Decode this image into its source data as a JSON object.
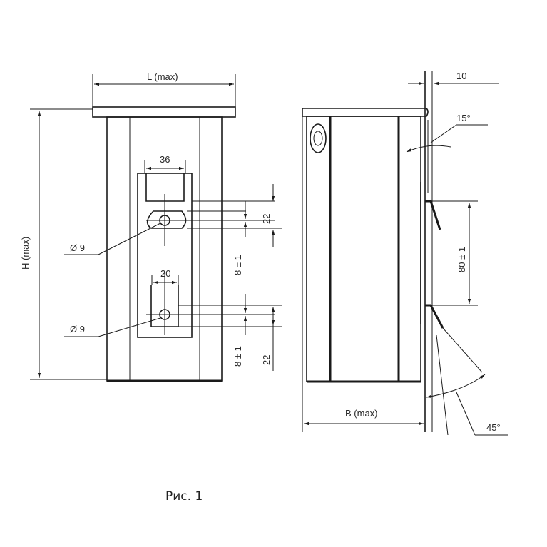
{
  "diagram": {
    "dimensions": {
      "length": "L (max)",
      "height": "H (max)",
      "width_slot_top": "36",
      "width_slot_bottom": "20",
      "hole_top": "Ø 9",
      "hole_bottom": "Ø 9",
      "slot_height_top": "22",
      "slot_offset_top": "8 ± 1",
      "slot_offset_bottom": "8 ± 1",
      "slot_height_bottom": "22",
      "breadth": "B (max)",
      "plate_thickness": "10",
      "angle_top": "15°",
      "bracket_spacing": "80 ± 1",
      "angle_bottom": "45°"
    },
    "caption": "Рис. 1"
  }
}
